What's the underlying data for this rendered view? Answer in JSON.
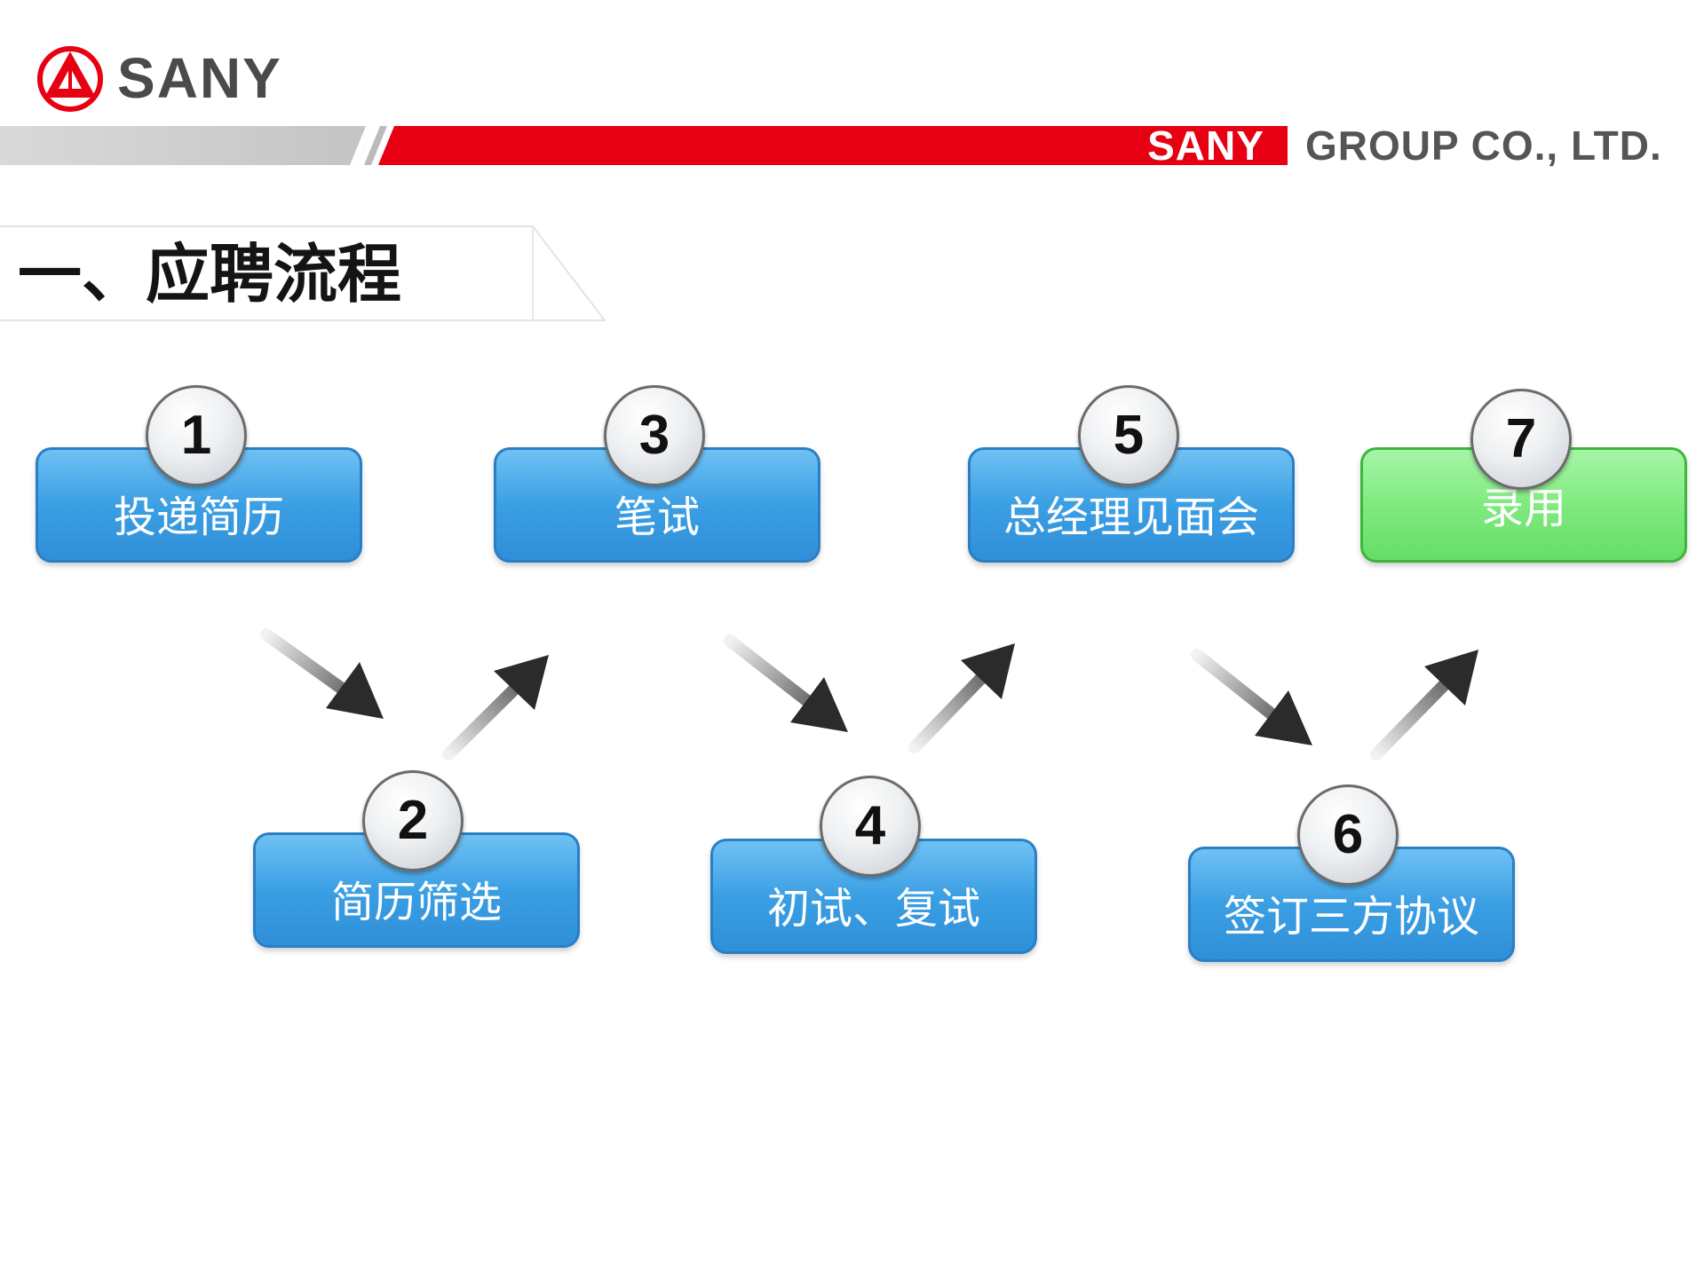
{
  "header": {
    "logo_text": "SANY",
    "band_brand": "SANY",
    "band_company": "GROUP CO., LTD.",
    "brand_color": "#e60012"
  },
  "section": {
    "title": "一、应聘流程"
  },
  "steps": [
    {
      "number": "1",
      "label": "投递简历",
      "color": "blue"
    },
    {
      "number": "2",
      "label": "简历筛选",
      "color": "blue"
    },
    {
      "number": "3",
      "label": "笔试",
      "color": "blue"
    },
    {
      "number": "4",
      "label": "初试、复试",
      "color": "blue"
    },
    {
      "number": "5",
      "label": "总经理见面会",
      "color": "blue"
    },
    {
      "number": "6",
      "label": "签订三方协议",
      "color": "blue"
    },
    {
      "number": "7",
      "label": "录用",
      "color": "green"
    }
  ]
}
